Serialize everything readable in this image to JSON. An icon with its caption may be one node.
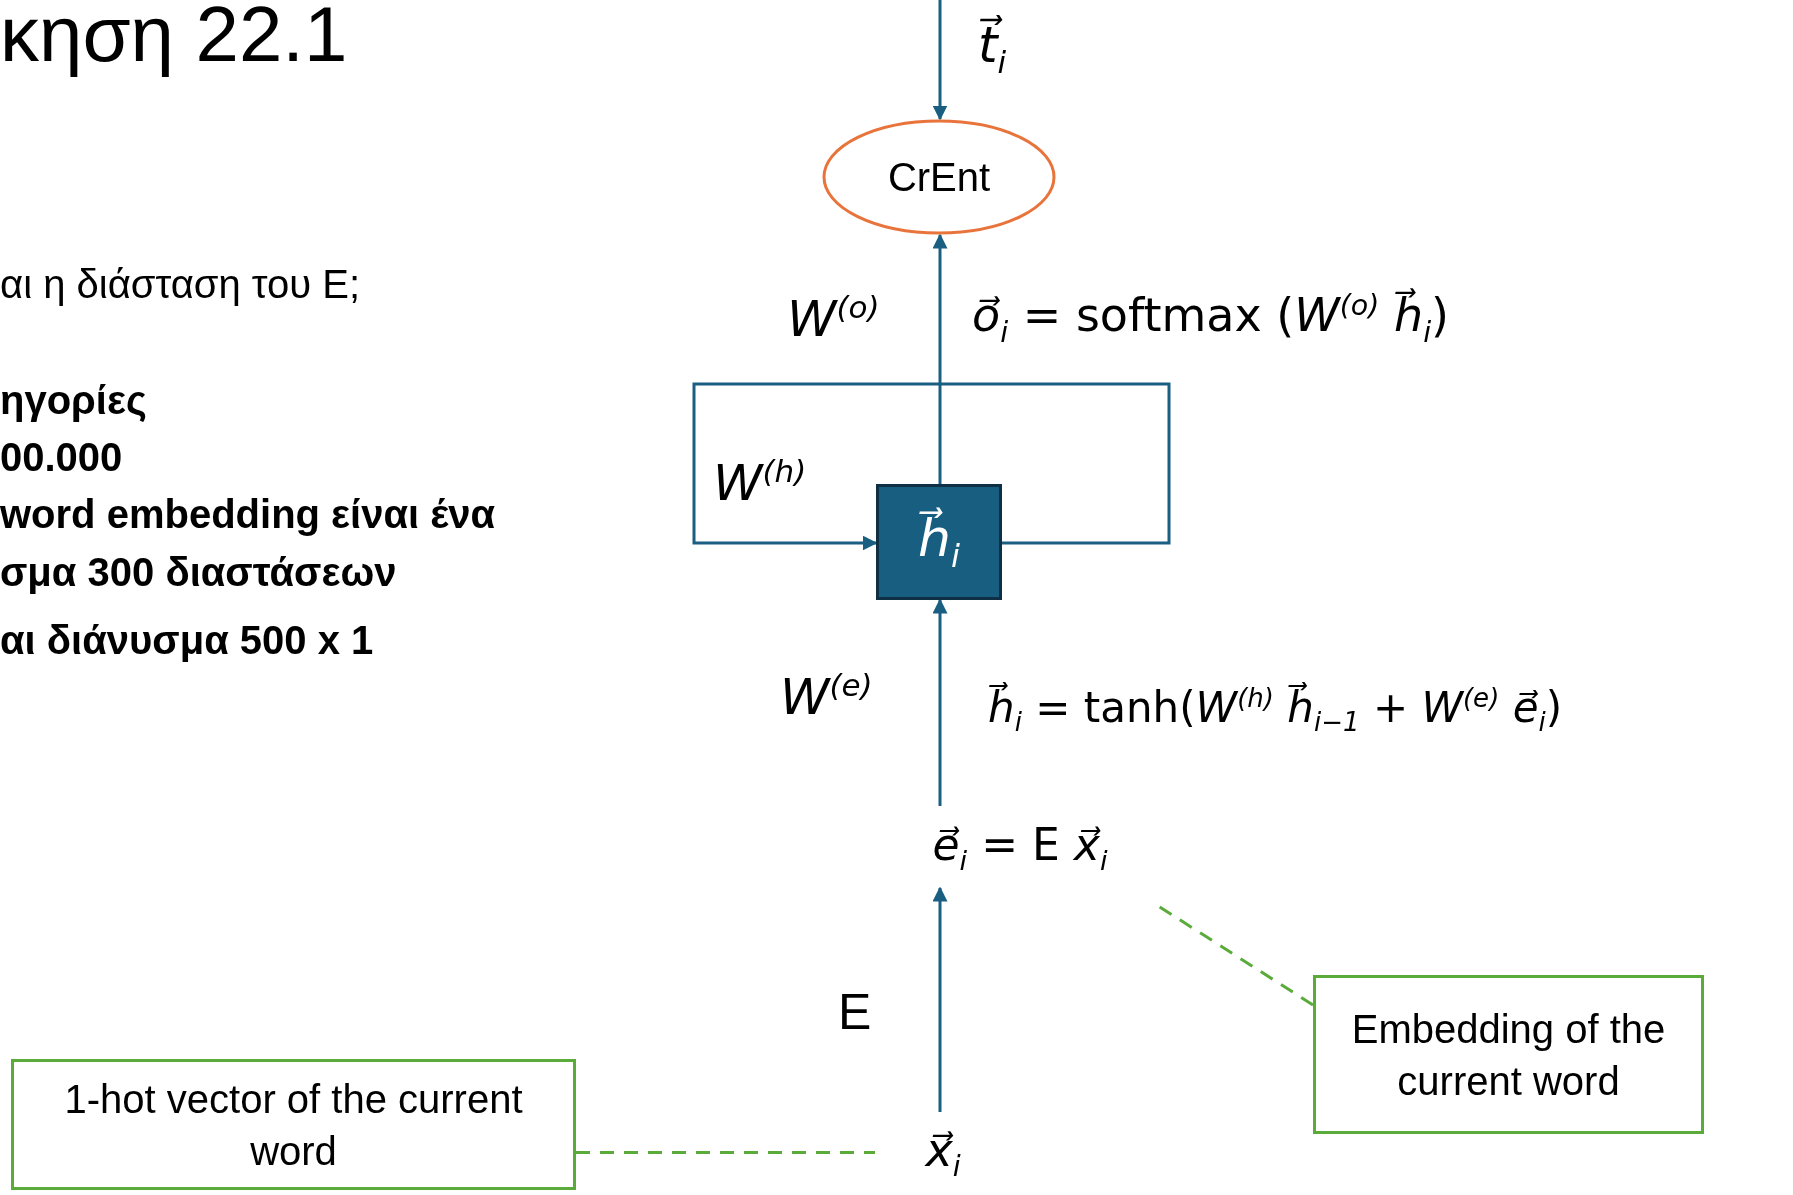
{
  "diagram": {
    "title": "κηση 22.1",
    "nodes": [
      {
        "text": [
          "CrEnt"
        ]
      },
      {
        "text": [
          "*h⃗*$_{i}$"
        ]
      },
      {
        "text": [
          "*e⃗*$_{i}$ = E *x⃗*$_{i}$"
        ]
      },
      {
        "text": [
          "*x⃗*$_{i}$"
        ]
      },
      {
        "text": [
          "Embedding of the current word"
        ]
      },
      {
        "text": [
          "1-hot vector of the current word"
        ]
      }
    ],
    "edges": [
      {
        "from": null,
        "to": 0,
        "arrow": "to"
      },
      {
        "from": 1,
        "to": 0,
        "arrow": "to"
      },
      {
        "from": 1,
        "to": 1,
        "arrow": "to"
      },
      {
        "from": 2,
        "to": 1,
        "arrow": "to"
      },
      {
        "from": 3,
        "to": 2,
        "arrow": "to"
      },
      {
        "from": 4,
        "to": 2,
        "arrow": "none",
        "style": "dashed",
        "color": "#5aab3a"
      },
      {
        "from": 5,
        "to": 3,
        "arrow": "none",
        "style": "dashed",
        "color": "#5aab3a"
      }
    ],
    "labels": [
      "*t⃗*$_{i}$",
      "αι η διάσταση του E;",
      "W$^{(o)}$",
      "*o⃗*$_{i}$ = softmax (*W*$^{(o)}$ *h⃗*$_{i}$)",
      "ηγορίες",
      "00.000",
      "W$^{(h)}$",
      "word embedding είναι ένα",
      "σμα 300 διαστάσεων",
      "αι διάνυσμα 500 x 1",
      "W$^{(e)}$",
      "*h⃗*$_{i}$ = tanh(*W*$^{(h)}$ *h⃗*$_{i−1}$ + *W*$^{(e)}$ *e⃗*$_{i}$)",
      "E"
    ]
  }
}
